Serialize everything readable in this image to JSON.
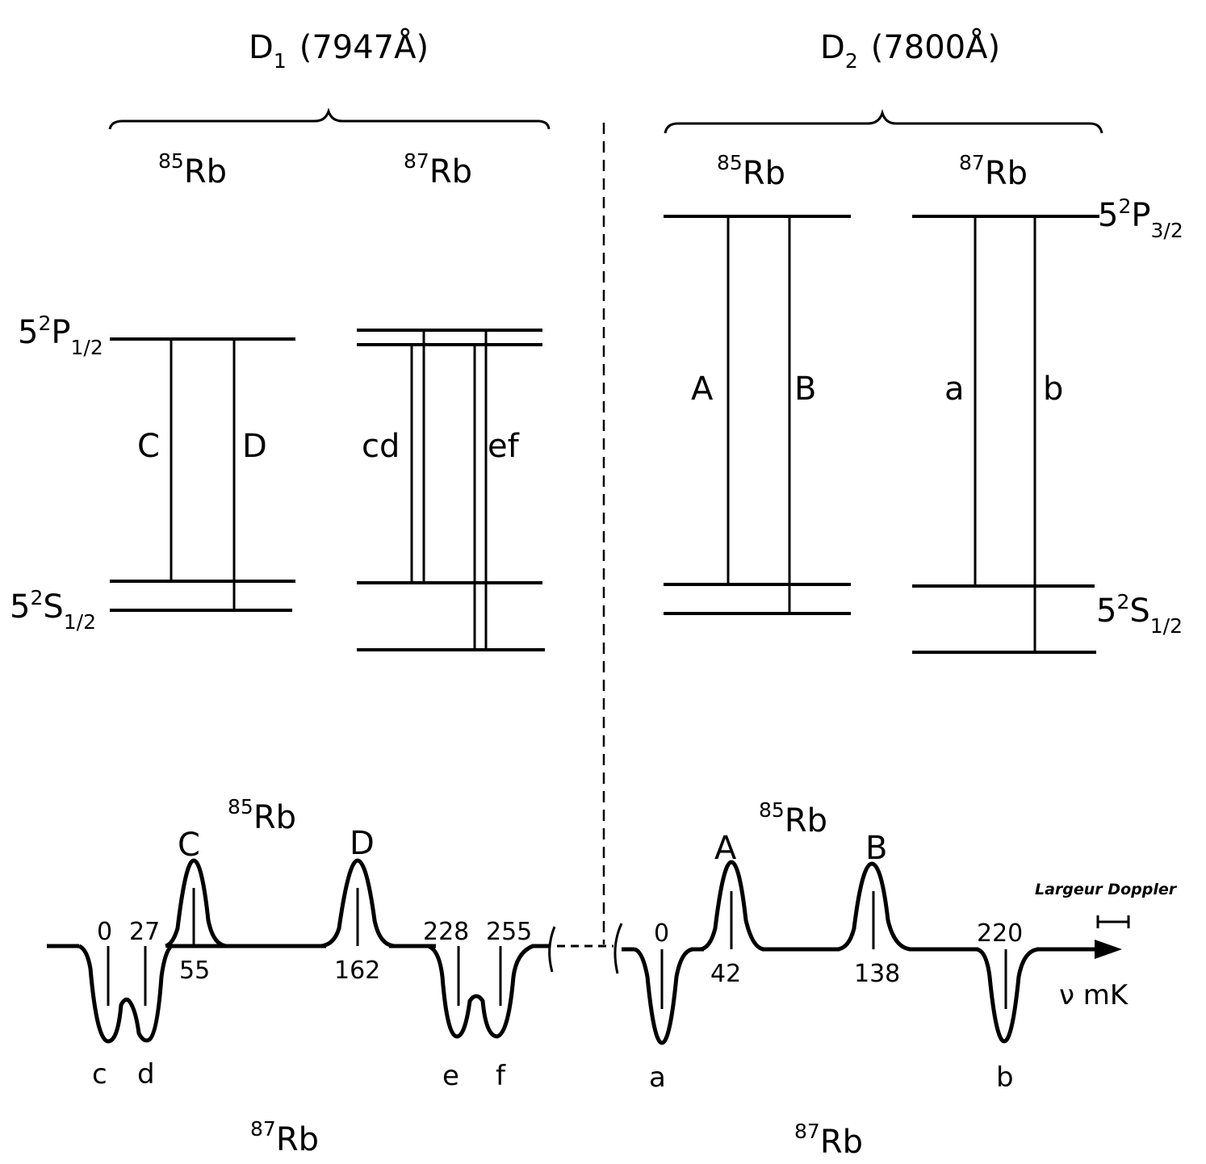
{
  "headers": {
    "d1": {
      "main": "D",
      "sub": "1",
      "wavelength": "(7947Å)"
    },
    "d2": {
      "main": "D",
      "sub": "2",
      "wavelength": "(7800Å)"
    }
  },
  "isotopes": {
    "rb85": {
      "mass": "85",
      "symbol": "Rb"
    },
    "rb87": {
      "mass": "87",
      "symbol": "Rb"
    }
  },
  "levels": {
    "p12": {
      "n": "5",
      "mult": "2",
      "letter": "P",
      "j": "1/2"
    },
    "s12_left": {
      "n": "5",
      "mult": "2",
      "letter": "S",
      "j": "1/2"
    },
    "p32": {
      "n": "5",
      "mult": "2",
      "letter": "P",
      "j": "3/2"
    },
    "s12_right": {
      "n": "5",
      "mult": "2",
      "letter": "S",
      "j": "1/2"
    }
  },
  "transitions": {
    "C": "C",
    "D": "D",
    "cd": "cd",
    "ef": "ef",
    "A": "A",
    "B": "B",
    "a": "a",
    "b": "b"
  },
  "spectrum": {
    "peaks": {
      "C": "C",
      "D": "D",
      "A": "A",
      "B": "B",
      "c": "c",
      "d": "d",
      "e": "e",
      "f": "f",
      "a": "a",
      "b": "b"
    },
    "positions": {
      "p0_left": "0",
      "p27": "27",
      "p55": "55",
      "p162": "162",
      "p228": "228",
      "p255": "255",
      "p0_right": "0",
      "p42": "42",
      "p138": "138",
      "p220": "220"
    },
    "axis_label": "ν mK",
    "doppler_label": "Largeur Doppler"
  }
}
